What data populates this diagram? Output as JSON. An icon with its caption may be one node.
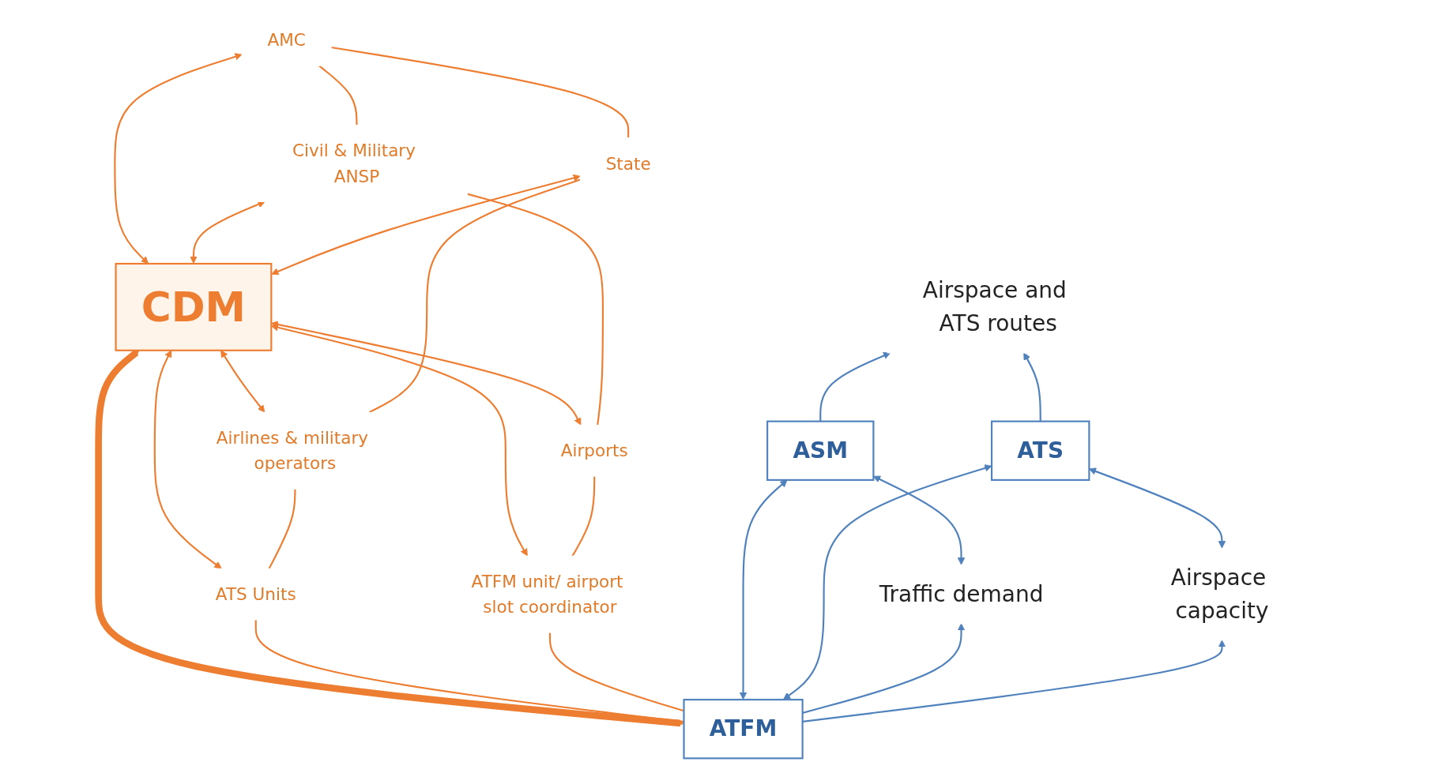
{
  "diagram": {
    "nodes": [
      {
        "text": [
          "Airspace and ATS routes"
        ]
      },
      {
        "text": [
          "AMC"
        ]
      },
      {
        "text": [
          "Civil & Military ANSP"
        ]
      },
      {
        "text": [
          "State"
        ]
      },
      {
        "text": [
          "CDM"
        ]
      },
      {
        "text": [
          "Airports"
        ]
      },
      {
        "text": [
          "Airlines & military operators"
        ]
      },
      {
        "text": [
          "ATFM unit/ airport slot coordinator"
        ]
      },
      {
        "text": [
          "ATS Units"
        ]
      },
      {
        "text": [
          "ASM"
        ]
      },
      {
        "text": [
          "ATS"
        ]
      },
      {
        "text": [
          "ATFM"
        ]
      },
      {
        "text": [
          "Traffic demand"
        ]
      },
      {
        "text": [
          "Airspace capacity"
        ]
      }
    ],
    "edges": [
      {
        "from": 9,
        "to": 0,
        "arrow": "to",
        "color": "#4f81bd"
      },
      {
        "from": 10,
        "to": 0,
        "arrow": "to",
        "color": "#4f81bd"
      },
      {
        "from": 4,
        "to": 1,
        "arrow": "both"
      },
      {
        "from": 4,
        "to": 2,
        "arrow": "both"
      },
      {
        "from": 4,
        "to": 3,
        "arrow": "both"
      },
      {
        "from": 5,
        "to": 4,
        "arrow": "both"
      },
      {
        "from": 6,
        "to": 4,
        "arrow": "both"
      },
      {
        "from": 7,
        "to": 4,
        "arrow": "both"
      },
      {
        "from": 8,
        "to": 4,
        "arrow": "both"
      },
      {
        "from": 11,
        "to": 4,
        "arrow": "both",
        "style": "thick"
      },
      {
        "from": 3,
        "to": 1,
        "arrow": "none"
      },
      {
        "from": 6,
        "to": 3,
        "arrow": "none"
      },
      {
        "from": 8,
        "to": 6,
        "arrow": "none"
      },
      {
        "from": 11,
        "to": 8,
        "arrow": "none"
      },
      {
        "from": 11,
        "to": 7,
        "arrow": "none"
      },
      {
        "from": 7,
        "to": 5,
        "arrow": "none"
      },
      {
        "from": 5,
        "to": 2,
        "arrow": "none"
      },
      {
        "from": 2,
        "to": 1,
        "arrow": "none"
      },
      {
        "from": 12,
        "to": 9,
        "arrow": "both",
        "color": "#4f81bd"
      },
      {
        "from": 11,
        "to": 9,
        "arrow": "both",
        "color": "#4f81bd"
      },
      {
        "from": 11,
        "to": 10,
        "arrow": "both",
        "color": "#4f81bd"
      },
      {
        "from": 13,
        "to": 10,
        "arrow": "both",
        "color": "#4f81bd"
      },
      {
        "from": 11,
        "to": 12,
        "arrow": "to",
        "color": "#4f81bd"
      },
      {
        "from": 11,
        "to": 13,
        "arrow": "to",
        "color": "#4f81bd"
      }
    ]
  }
}
